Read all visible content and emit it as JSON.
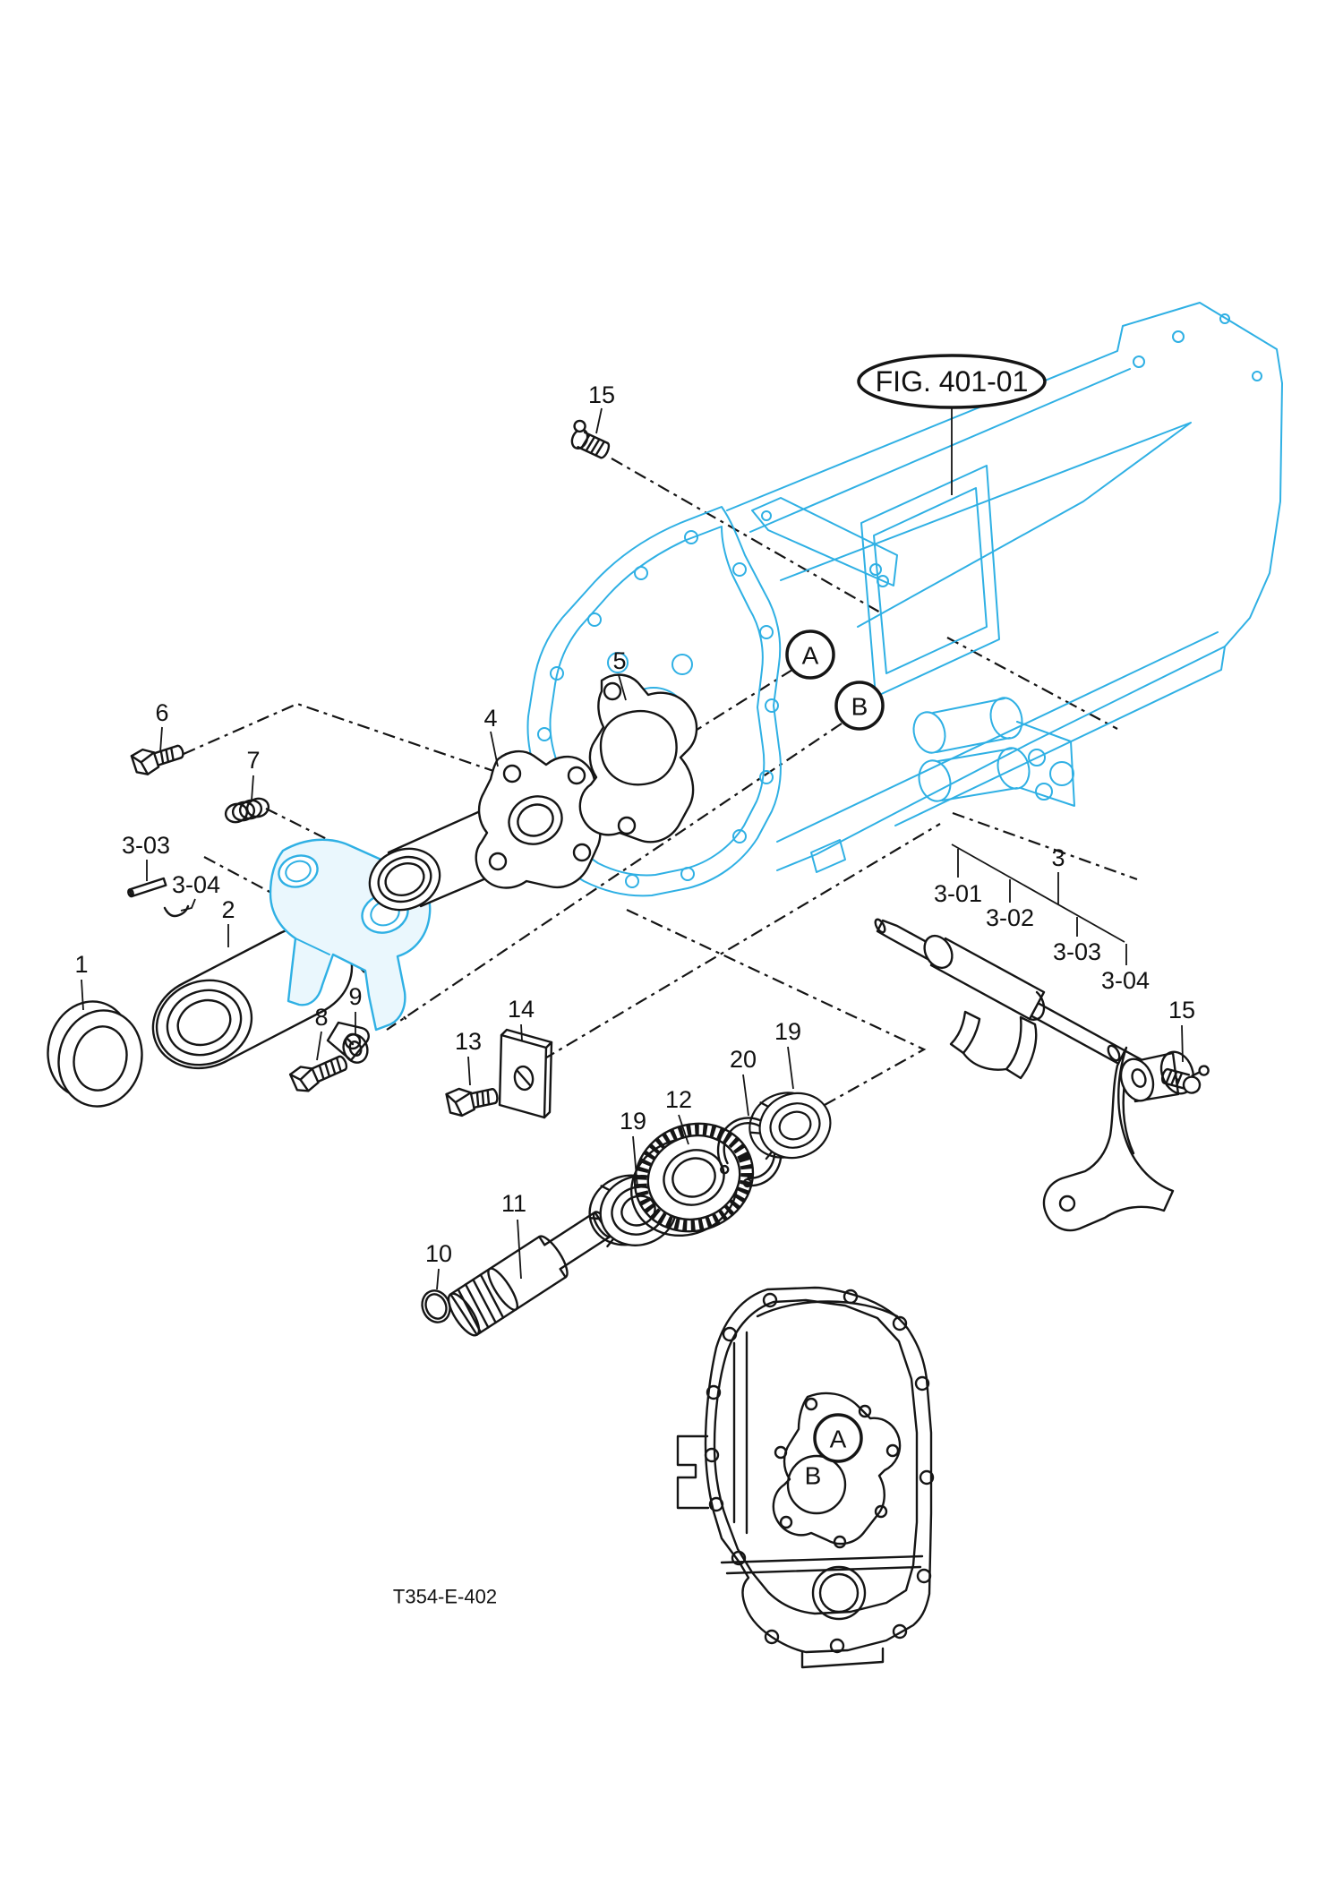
{
  "figure": {
    "reference_label": "FIG. 401-01",
    "drawing_code": "T354-E-402"
  },
  "colors": {
    "highlight_blue": "#2fb0e4",
    "line_black": "#151515",
    "background": "#ffffff"
  },
  "callouts": [
    {
      "id": "c1",
      "label": "1"
    },
    {
      "id": "c2",
      "label": "2"
    },
    {
      "id": "c3",
      "label": "3"
    },
    {
      "id": "c3-01",
      "label": "3-01"
    },
    {
      "id": "c3-02",
      "label": "3-02"
    },
    {
      "id": "c3-03-right",
      "label": "3-03"
    },
    {
      "id": "c3-04-right",
      "label": "3-04"
    },
    {
      "id": "c3-03-left",
      "label": "3-03"
    },
    {
      "id": "c3-04-left",
      "label": "3-04"
    },
    {
      "id": "c4",
      "label": "4"
    },
    {
      "id": "c5",
      "label": "5"
    },
    {
      "id": "c6",
      "label": "6"
    },
    {
      "id": "c7",
      "label": "7"
    },
    {
      "id": "c8",
      "label": "8"
    },
    {
      "id": "c9",
      "label": "9"
    },
    {
      "id": "c10",
      "label": "10"
    },
    {
      "id": "c11",
      "label": "11"
    },
    {
      "id": "c12",
      "label": "12"
    },
    {
      "id": "c13",
      "label": "13"
    },
    {
      "id": "c14",
      "label": "14"
    },
    {
      "id": "c15-top",
      "label": "15"
    },
    {
      "id": "c15-right",
      "label": "15"
    },
    {
      "id": "c19-left",
      "label": "19"
    },
    {
      "id": "c19-right",
      "label": "19"
    },
    {
      "id": "c20",
      "label": "20"
    }
  ],
  "view_markers": {
    "housing": [
      {
        "label": "A"
      },
      {
        "label": "B"
      }
    ],
    "cover": [
      {
        "label": "A"
      },
      {
        "label": "B"
      }
    ]
  }
}
